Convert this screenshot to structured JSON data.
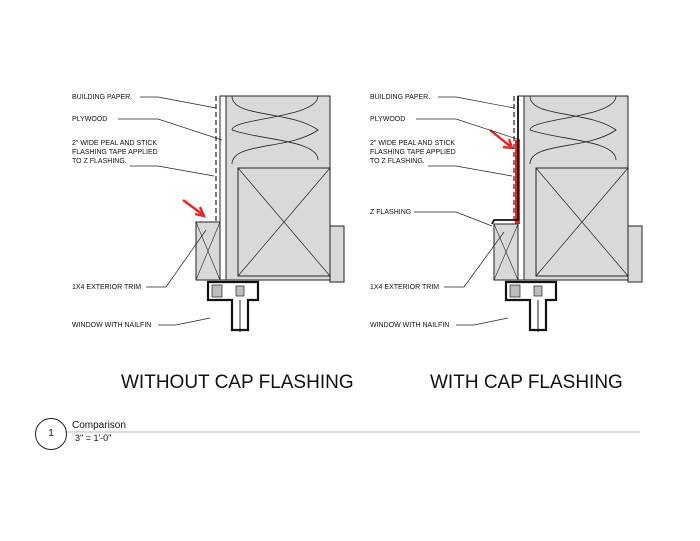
{
  "details": [
    {
      "id": "left",
      "caption": "WITHOUT CAP FLASHING",
      "labels": [
        {
          "key": "building_paper",
          "lines": [
            "BUILDING PAPER."
          ]
        },
        {
          "key": "plywood",
          "lines": [
            "PLYWOOD"
          ]
        },
        {
          "key": "flashing_tape",
          "lines": [
            "2\" WIDE PEAL AND STICK",
            "FLASHING TAPE APPLIED",
            "TO Z FLASHING."
          ]
        },
        {
          "key": "exterior_trim",
          "lines": [
            "1X4 EXTERIOR TRIM"
          ]
        },
        {
          "key": "window",
          "lines": [
            "WINDOW WITH NAILFIN"
          ]
        }
      ]
    },
    {
      "id": "right",
      "caption": "WITH CAP FLASHING",
      "labels": [
        {
          "key": "building_paper",
          "lines": [
            "BUILDING PAPER."
          ]
        },
        {
          "key": "plywood",
          "lines": [
            "PLYWOOD"
          ]
        },
        {
          "key": "flashing_tape",
          "lines": [
            "2\" WIDE PEAL AND STICK",
            "FLASHING TAPE APPLIED",
            "TO Z FLASHING."
          ]
        },
        {
          "key": "z_flashing",
          "lines": [
            "Z FLASHING"
          ]
        },
        {
          "key": "exterior_trim",
          "lines": [
            "1X4 EXTERIOR TRIM"
          ]
        },
        {
          "key": "window",
          "lines": [
            "WINDOW WITH NAILFIN"
          ]
        }
      ]
    }
  ],
  "view": {
    "number": "1",
    "title": "Comparison",
    "scale": "3\" = 1'-0\""
  },
  "colors": {
    "insulation_fill": "#d9d9d9",
    "line": "#222222",
    "highlight": "#e8261f"
  }
}
